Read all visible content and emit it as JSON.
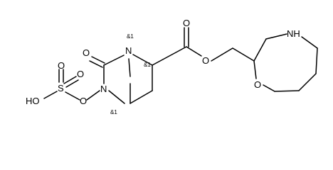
{
  "molecule": {
    "atoms": {
      "ring_oxo_o": "O",
      "bridgehead_n": "N",
      "urea_n": "N",
      "n_oxy_o": "O",
      "sulfur": "S",
      "sulfonyl_o_top": "O",
      "sulfonyl_o_right": "O",
      "hydroxyl": "HO",
      "ester_carbonyl_o": "O",
      "ester_o": "O",
      "diazepane_nh": "NH",
      "oxazepane_o": "O"
    },
    "stereo": {
      "bridgehead_n": "&1",
      "alpha_carbon": "&1",
      "bridgehead_c": "&1"
    }
  }
}
